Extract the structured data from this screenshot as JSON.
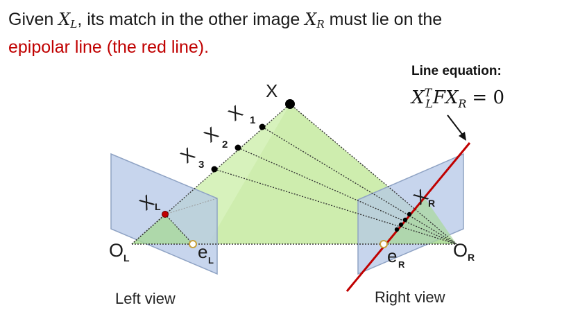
{
  "caption": {
    "line1_a": "Given ",
    "xl": "X",
    "xl_sub": "L",
    "line1_b": ", its match in the other image ",
    "xr": "X",
    "xr_sub": "R",
    "line1_c": " must lie on the",
    "line2": "epipolar line (the red line)."
  },
  "equation": {
    "title": "Line equation:",
    "x1": "X",
    "x1_sup": "T",
    "x1_sub": "L",
    "f": "F",
    "x2": "X",
    "x2_sub": "R",
    "rhs": "= 0"
  },
  "labels": {
    "X": "X",
    "X1": "X",
    "X1_sub": "1",
    "X2": "X",
    "X2_sub": "2",
    "X3": "X",
    "X3_sub": "3",
    "XL": "X",
    "XL_sub": "L",
    "XR": "X",
    "XR_sub": "R",
    "OL": "O",
    "OL_sub": "L",
    "OR": "O",
    "OR_sub": "R",
    "eL": "e",
    "eL_sub": "L",
    "eR": "e",
    "eR_sub": "R"
  },
  "views": {
    "left": "Left view",
    "right": "Right view"
  },
  "colors": {
    "plane_fill": "#b4c7e7",
    "plane_stroke": "#8fa3c4",
    "epipolar_plane": "#c6eaa0",
    "epipolar_line": "#c00000",
    "point": "#000000",
    "epipole_fill": "#ffffff",
    "epipole_stroke": "#c9a23c"
  }
}
